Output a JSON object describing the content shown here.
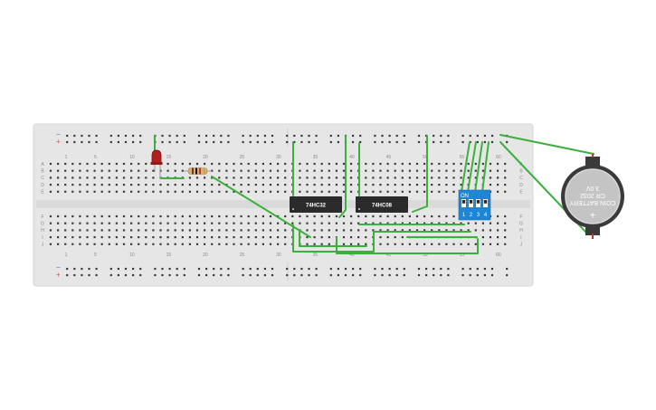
{
  "breadboard": {
    "row_labels": [
      "A",
      "B",
      "C",
      "D",
      "E",
      "F",
      "G",
      "H",
      "I",
      "J"
    ],
    "column_numbers": [
      "1",
      "5",
      "10",
      "15",
      "20",
      "25",
      "30",
      "35",
      "40",
      "45",
      "50",
      "55",
      "60"
    ],
    "rail_minus": "−",
    "rail_plus": "+",
    "colors": {
      "board": "#e6e6e6",
      "hole": "#3a3a3a",
      "rail_red": "#d9534f",
      "rail_blue": "#4a6fd0"
    }
  },
  "components": {
    "chip1_label": "74HC32",
    "chip2_label": "74HC08",
    "dip_switch": {
      "on_label": "ON",
      "numbers": [
        "1",
        "2",
        "3",
        "4"
      ],
      "color": "#1e86d6"
    },
    "battery": {
      "line1": "COIN BATTERY",
      "line2": "CR 2032",
      "line3": "3.0V",
      "symbol": "+"
    },
    "led_color": "#b11e1e",
    "wire_color": "#3cb03c"
  }
}
